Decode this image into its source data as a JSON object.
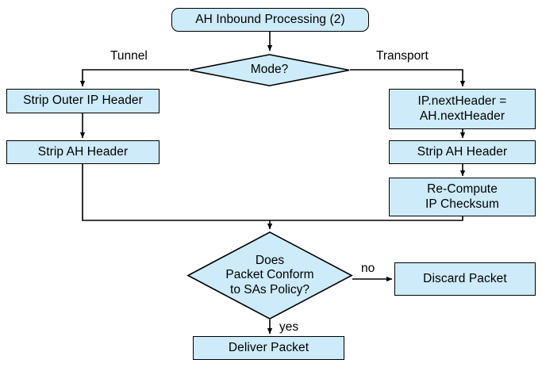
{
  "diagram": {
    "title_node": {
      "label": "AH Inbound Processing (2)",
      "shape": "rounded-rectangle"
    },
    "decision_mode": {
      "label": "Mode?",
      "shape": "diamond"
    },
    "branch_labels": {
      "left": "Tunnel",
      "right": "Transport"
    },
    "tunnel_branch": [
      {
        "label": "Strip Outer IP Header",
        "shape": "rectangle"
      },
      {
        "label": "Strip AH Header",
        "shape": "rectangle"
      }
    ],
    "transport_branch": [
      {
        "label": "IP.nextHeader =\nAH.nextHeader",
        "shape": "rectangle"
      },
      {
        "label": "Strip AH Header",
        "shape": "rectangle"
      },
      {
        "label": "Re-Compute\nIP Checksum",
        "shape": "rectangle"
      }
    ],
    "decision_policy": {
      "label": "Does\nPacket Conform\nto SAs Policy?",
      "shape": "diamond"
    },
    "policy_labels": {
      "no": "no",
      "yes": "yes"
    },
    "discard_node": {
      "label": "Discard Packet",
      "shape": "rectangle"
    },
    "deliver_node": {
      "label": "Deliver Packet",
      "shape": "rectangle"
    },
    "colors": {
      "node_fill": "#cdebf9",
      "node_stroke": "#000000",
      "text": "#000000",
      "background": "#ffffff"
    }
  }
}
